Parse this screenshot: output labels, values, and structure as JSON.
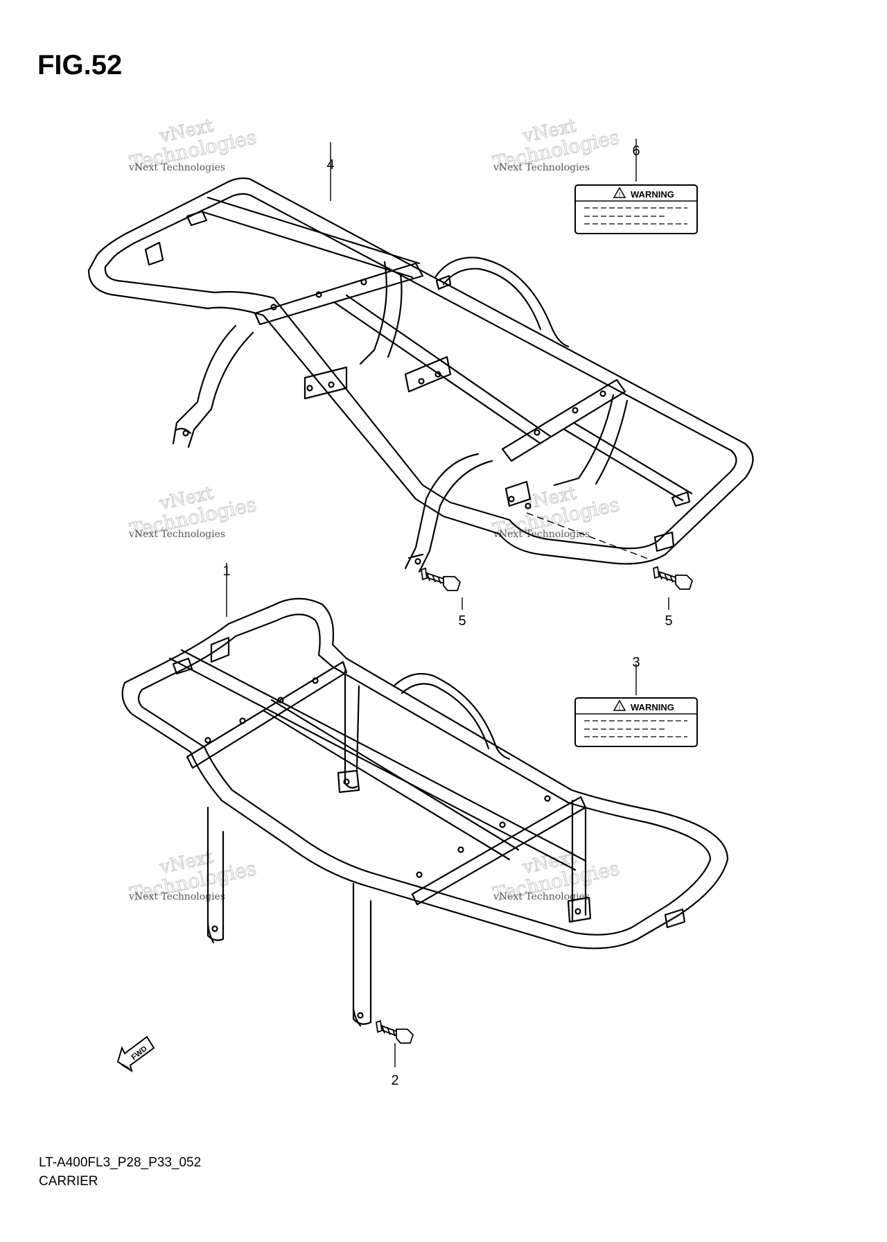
{
  "figure": {
    "title": "FIG.52",
    "diagram_code": "LT-A400FL3_P28_P33_052",
    "name": "CARRIER"
  },
  "callouts": [
    {
      "id": "rear-carrier",
      "number": "4"
    },
    {
      "id": "rear-warning-label",
      "number": "6"
    },
    {
      "id": "rear-bolt-left",
      "number": "5"
    },
    {
      "id": "rear-bolt-right",
      "number": "5"
    },
    {
      "id": "front-carrier",
      "number": "1"
    },
    {
      "id": "front-warning-label",
      "number": "3"
    },
    {
      "id": "front-bolt",
      "number": "2"
    }
  ],
  "labels": {
    "warning_text": "WARNING",
    "fwd_text": "FWD"
  },
  "watermark": {
    "line1": "vNext Technologies",
    "line2": "vNext",
    "line3": "Technologies"
  },
  "colors": {
    "line": "#000000",
    "background": "#ffffff",
    "watermark": "#c8c8c8"
  }
}
